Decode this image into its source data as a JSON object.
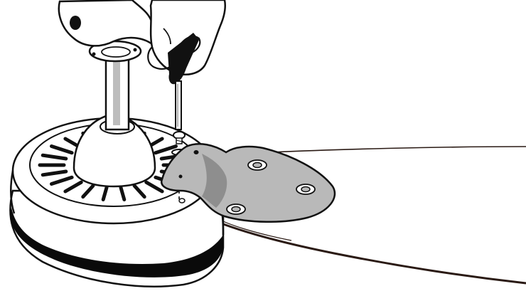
{
  "figure": {
    "subject": "ceiling-fan-blade-installation",
    "step_action": "screwdriver-fastening-blade-iron-to-motor",
    "colors": {
      "background": "#ffffff",
      "outline": "#111111",
      "motor_band": "#0a0a0a",
      "blade_iron": "#b9b9b9",
      "blade_iron_shade": "#8e8e8e",
      "blade": "#ffffff",
      "blade_edge": "#2a1a14",
      "downrod_highlight": "#bdbdbd"
    },
    "parts": [
      {
        "name": "hand-with-screwdriver",
        "icon": "hand-icon"
      },
      {
        "name": "screwdriver",
        "icon": "screwdriver-icon"
      },
      {
        "name": "screw-and-washer",
        "icon": "screw-icon"
      },
      {
        "name": "downrod",
        "icon": "downrod-icon"
      },
      {
        "name": "motor-housing",
        "icon": "motor-icon"
      },
      {
        "name": "blade-iron",
        "icon": "bracket-icon"
      },
      {
        "name": "fan-blade",
        "icon": "blade-icon"
      }
    ]
  }
}
